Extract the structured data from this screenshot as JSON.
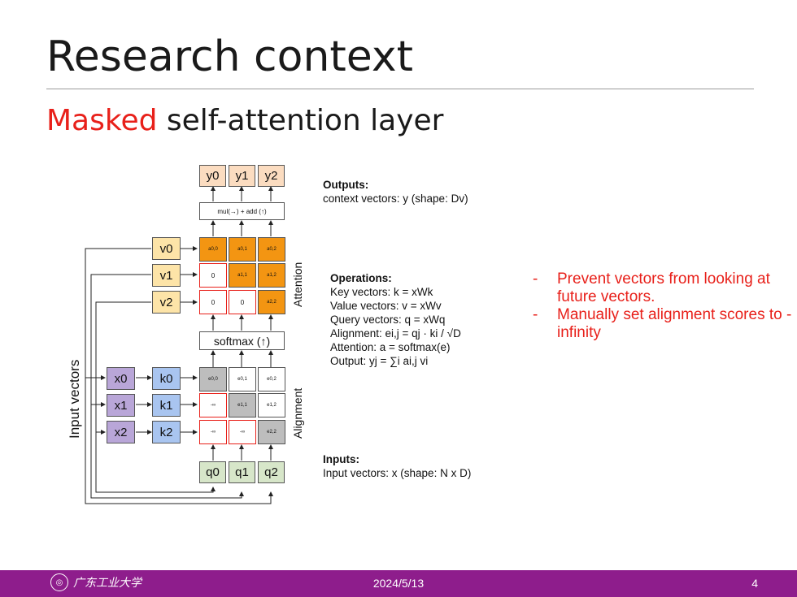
{
  "slide": {
    "title": "Research context",
    "subtitle_highlight": "Masked",
    "subtitle_rest": " self-attention layer"
  },
  "diagram": {
    "outputs": [
      "y0",
      "y1",
      "y2"
    ],
    "mul_add_label": "mul(→) + add (↑)",
    "values": [
      "v0",
      "v1",
      "v2"
    ],
    "keys": [
      "k0",
      "k1",
      "k2"
    ],
    "inputs": [
      "x0",
      "x1",
      "x2"
    ],
    "queries": [
      "q0",
      "q1",
      "q2"
    ],
    "softmax_label": "softmax (↑)",
    "attention_label": "Attention",
    "alignment_label": "Alignment",
    "input_vectors_label": "Input vectors",
    "attention_cells": [
      [
        "a0,0",
        "a0,1",
        "a0,2"
      ],
      [
        "0",
        "a1,1",
        "a1,2"
      ],
      [
        "0",
        "0",
        "a2,2"
      ]
    ],
    "alignment_cells": [
      [
        "e0,0",
        "e0,1",
        "e0,2"
      ],
      [
        "-∞",
        "e1,1",
        "e1,2"
      ],
      [
        "-∞",
        "-∞",
        "e2,2"
      ]
    ]
  },
  "outputs_text": {
    "heading": "Outputs:",
    "line": "context vectors: y (shape: Dv)"
  },
  "operations_text": {
    "heading": "Operations:",
    "key": "Key vectors: k = xWk",
    "value": "Value vectors: v = xWv",
    "query": "Query vectors: q = xWq",
    "alignment": "Alignment: ei,j = qj · ki / √D",
    "attention": "Attention: a = softmax(e)",
    "output": "Output: yj = ∑i ai,j vi"
  },
  "inputs_text": {
    "heading": "Inputs:",
    "line": "Input vectors: x (shape: N x D)"
  },
  "notes": [
    "Prevent vectors from looking at future vectors.",
    "Manually set alignment scores to -infinity"
  ],
  "footer": {
    "university": "广东工业大学",
    "date": "2024/5/13",
    "page": "4"
  },
  "colors": {
    "accent_red": "#e8201a",
    "footer_purple": "#8e1d8c",
    "attention_orange": "#f39512",
    "value_yellow": "#fde4a8",
    "key_blue": "#a9c5f0",
    "input_purple": "#b9a6d8",
    "query_green": "#d7e6c9",
    "output_peach": "#fbdcc0"
  }
}
